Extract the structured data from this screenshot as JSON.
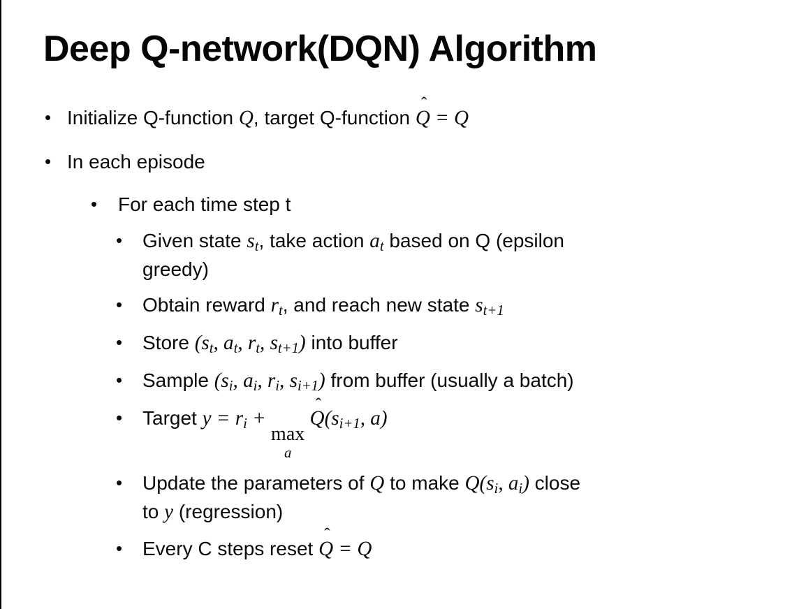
{
  "title": {
    "text": "Deep Q-network(DQN) Algorithm"
  },
  "symbols": {
    "bullet": "•",
    "hat": "ˆ"
  },
  "colors": {
    "background": "#ffffff",
    "text": "#000000",
    "left_edge": "#000000"
  },
  "bullets": {
    "items": [
      {
        "level": 1,
        "segments": [
          {
            "s": "p",
            "t": "Initialize Q-function "
          },
          {
            "s": "m",
            "t": "Q"
          },
          {
            "s": "p",
            "t": ", target Q-function "
          },
          {
            "s": "mh",
            "t": "Q"
          },
          {
            "s": "m",
            "t": " = Q"
          }
        ]
      },
      {
        "level": 1,
        "segments": [
          {
            "s": "p",
            "t": "In each episode"
          }
        ]
      },
      {
        "level": 2,
        "segments": [
          {
            "s": "p",
            "t": "For each time step t"
          }
        ]
      },
      {
        "level": 3,
        "segments": [
          {
            "s": "p",
            "t": "Given state "
          },
          {
            "s": "m",
            "t": "s"
          },
          {
            "s": "ms",
            "t": "t"
          },
          {
            "s": "p",
            "t": ", take action "
          },
          {
            "s": "m",
            "t": "a"
          },
          {
            "s": "ms",
            "t": "t"
          },
          {
            "s": "p",
            "t": " based on Q (epsilon"
          },
          {
            "s": "br"
          },
          {
            "s": "p",
            "t": "greedy)"
          }
        ]
      },
      {
        "level": 3,
        "segments": [
          {
            "s": "p",
            "t": "Obtain reward "
          },
          {
            "s": "m",
            "t": "r"
          },
          {
            "s": "ms",
            "t": "t"
          },
          {
            "s": "p",
            "t": ", and reach new state "
          },
          {
            "s": "m",
            "t": "s"
          },
          {
            "s": "ms",
            "t": "t+1"
          }
        ]
      },
      {
        "level": 3,
        "segments": [
          {
            "s": "p",
            "t": "Store "
          },
          {
            "s": "m",
            "t": "(s"
          },
          {
            "s": "ms",
            "t": "t"
          },
          {
            "s": "m",
            "t": ", a"
          },
          {
            "s": "ms",
            "t": "t"
          },
          {
            "s": "m",
            "t": ", r"
          },
          {
            "s": "ms",
            "t": "t"
          },
          {
            "s": "m",
            "t": ", s"
          },
          {
            "s": "ms",
            "t": "t+1"
          },
          {
            "s": "m",
            "t": ")"
          },
          {
            "s": "p",
            "t": " into buffer"
          }
        ]
      },
      {
        "level": 3,
        "segments": [
          {
            "s": "p",
            "t": "Sample "
          },
          {
            "s": "m",
            "t": "(s"
          },
          {
            "s": "ms",
            "t": "i"
          },
          {
            "s": "m",
            "t": ", a"
          },
          {
            "s": "ms",
            "t": "i"
          },
          {
            "s": "m",
            "t": ", r"
          },
          {
            "s": "ms",
            "t": "i"
          },
          {
            "s": "m",
            "t": ", s"
          },
          {
            "s": "ms",
            "t": "i+1"
          },
          {
            "s": "m",
            "t": ")"
          },
          {
            "s": "p",
            "t": " from buffer (usually a batch)"
          }
        ]
      },
      {
        "level": 3,
        "segments": [
          {
            "s": "p",
            "t": "Target "
          },
          {
            "s": "m",
            "t": "y"
          },
          {
            "s": "m",
            "t": " = "
          },
          {
            "s": "m",
            "t": "r"
          },
          {
            "s": "ms",
            "t": "i"
          },
          {
            "s": "m",
            "t": " + "
          },
          {
            "s": "mx",
            "t": "max",
            "u": "a"
          },
          {
            "s": "m",
            "t": " "
          },
          {
            "s": "mh",
            "t": "Q"
          },
          {
            "s": "m",
            "t": "(s"
          },
          {
            "s": "ms",
            "t": "i+1"
          },
          {
            "s": "m",
            "t": ", a)"
          }
        ]
      },
      {
        "level": 3,
        "segments": [
          {
            "s": "p",
            "t": "Update the parameters of "
          },
          {
            "s": "m",
            "t": "Q"
          },
          {
            "s": "p",
            "t": " to make "
          },
          {
            "s": "m",
            "t": "Q(s"
          },
          {
            "s": "ms",
            "t": "i"
          },
          {
            "s": "m",
            "t": ", a"
          },
          {
            "s": "ms",
            "t": "i"
          },
          {
            "s": "m",
            "t": ")"
          },
          {
            "s": "p",
            "t": " close"
          },
          {
            "s": "br"
          },
          {
            "s": "p",
            "t": "to "
          },
          {
            "s": "m",
            "t": "y"
          },
          {
            "s": "p",
            "t": " (regression)"
          }
        ]
      },
      {
        "level": 3,
        "segments": [
          {
            "s": "p",
            "t": "Every C steps reset "
          },
          {
            "s": "mh",
            "t": "Q"
          },
          {
            "s": "m",
            "t": " = Q"
          }
        ]
      }
    ]
  }
}
